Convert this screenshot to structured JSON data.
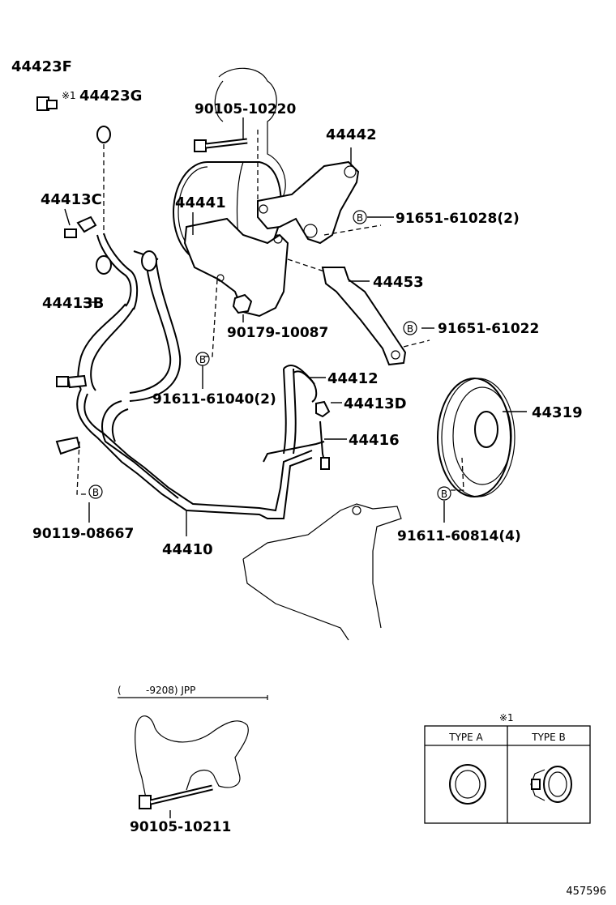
{
  "parts": {
    "p44423F": "44423F",
    "p44423G_mark": "※1",
    "p44423G": "44423G",
    "p90105_10220": "90105-10220",
    "p44442": "44442",
    "p44441": "44441",
    "p44413C": "44413C",
    "p91651_61028": "91651-61028(2)",
    "p44453": "44453",
    "p44413B": "44413B",
    "p90179_10087": "90179-10087",
    "p91651_61022": "91651-61022",
    "p44412": "44412",
    "p44413D": "44413D",
    "p91611_61040": "91611-61040(2)",
    "p44319": "44319",
    "p44416": "44416",
    "p90119_08667": "90119-08667",
    "p91611_60814": "91611-60814(4)",
    "p44410": "44410"
  },
  "bolt_marker": "B",
  "inset": {
    "range_left": "(",
    "range_label": "-9208) JPP",
    "bolt_label": "90105-10211"
  },
  "legend": {
    "mark": "※1",
    "type_a": "TYPE A",
    "type_b": "TYPE B"
  },
  "diagram_id": "457596"
}
